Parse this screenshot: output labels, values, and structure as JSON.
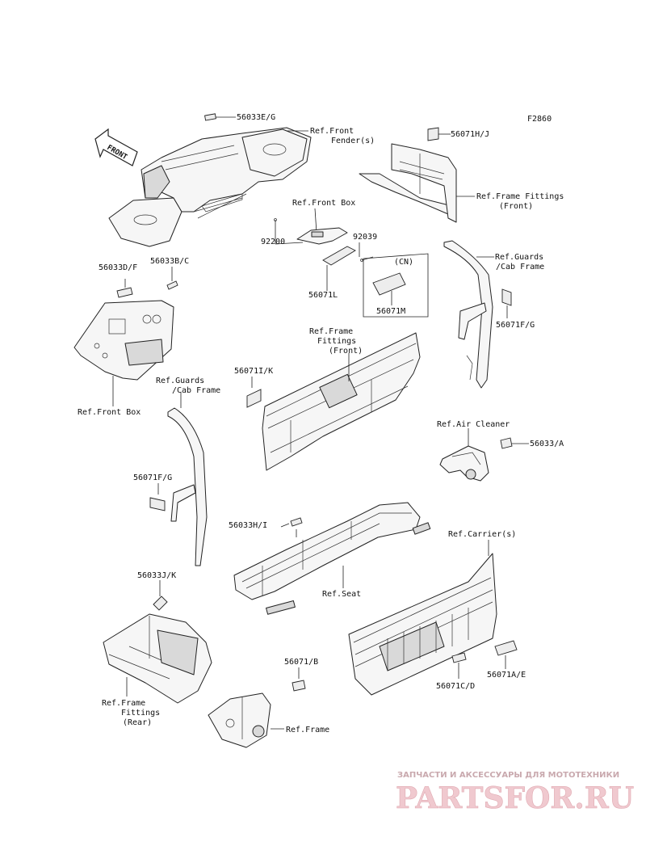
{
  "figure_code": "F2860",
  "arrow_label": "FRONT",
  "labels": {
    "c56033eg": "56033E/G",
    "ref_front_fender_1": "Ref.Front",
    "ref_front_fender_2": "Fender(s)",
    "c56071hj": "56071H/J",
    "ref_frame_fittings_front_a1": "Ref.Frame Fittings",
    "ref_frame_fittings_front_a2": "(Front)",
    "ref_front_box_top": "Ref.Front Box",
    "c92200": "92200",
    "c92039": "92039",
    "cn": "(CN)",
    "c56071l": "56071L",
    "c56071m": "56071M",
    "ref_guards_r1": "Ref.Guards",
    "ref_guards_r2": "/Cab Frame",
    "c56071fg_r": "56071F/G",
    "c56033df": "56033D/F",
    "c56033bc": "56033B/C",
    "ref_front_box_left": "Ref.Front Box",
    "ref_frame_fittings_front_b1": "Ref.Frame",
    "ref_frame_fittings_front_b2": "Fittings",
    "ref_frame_fittings_front_b3": "(Front)",
    "c56071ik": "56071I/K",
    "ref_guards_l1": "Ref.Guards",
    "ref_guards_l2": "/Cab Frame",
    "ref_air_cleaner": "Ref.Air Cleaner",
    "c56033a": "56033/A",
    "c56071fg_l": "56071F/G",
    "c56033hi": "56033H/I",
    "ref_carriers": "Ref.Carrier(s)",
    "ref_seat": "Ref.Seat",
    "c56033jk": "56033J/K",
    "c56071b": "56071/B",
    "c56071cd": "56071C/D",
    "c56071ae": "56071A/E",
    "ref_frame_fittings_rear1": "Ref.Frame",
    "ref_frame_fittings_rear2": "Fittings",
    "ref_frame_fittings_rear3": "(Rear)",
    "ref_frame": "Ref.Frame"
  },
  "watermark": {
    "subtitle": "ЗАПЧАСТИ И АКСЕССУАРЫ ДЛЯ МОТОТЕХНИКИ",
    "brand": "PARTSFOR.RU"
  }
}
